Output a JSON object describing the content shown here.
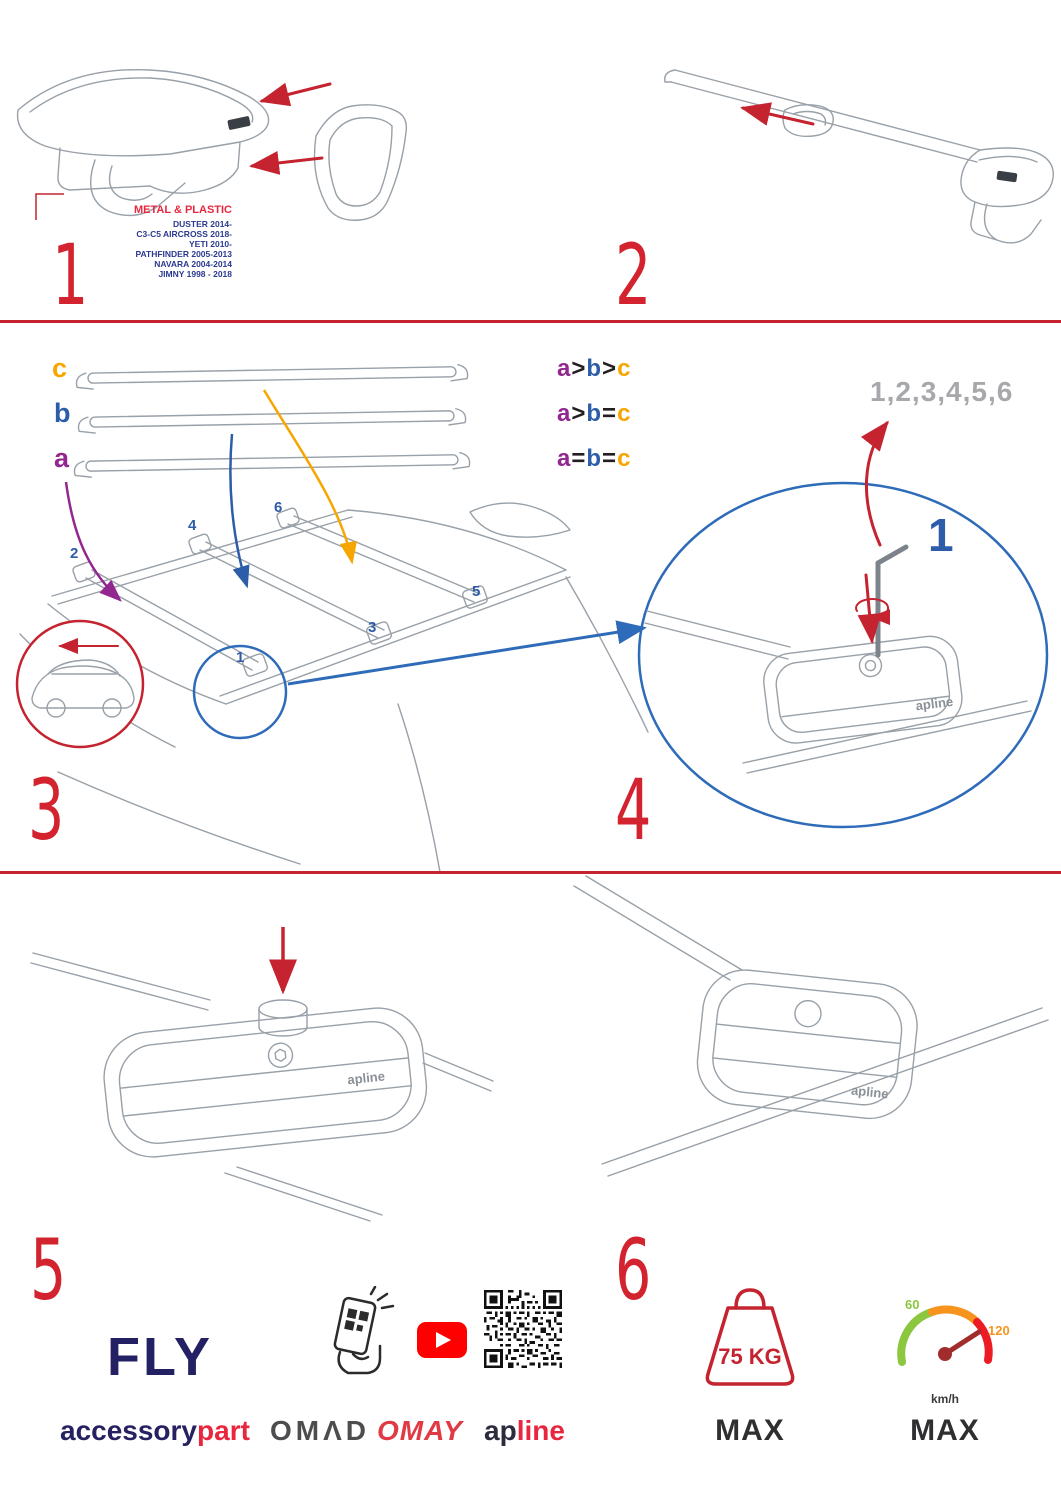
{
  "steps": {
    "s1": {
      "number": "1",
      "material": "METAL & PLASTIC",
      "models": [
        "DUSTER 2014-",
        "C3-C5 AIRCROSS 2018-",
        "YETI 2010-",
        "PATHFINDER 2005-2013",
        "NAVARA 2004-2014",
        "JIMNY 1998 - 2018"
      ]
    },
    "s2": {
      "number": "2"
    },
    "s3": {
      "number": "3",
      "bars": {
        "c": "c",
        "b": "b",
        "a": "a"
      },
      "formulas": [
        [
          "a",
          ">",
          "b",
          ">",
          "c"
        ],
        [
          "a",
          ">",
          "b",
          "=",
          "c"
        ],
        [
          "a",
          "=",
          "b",
          "=",
          "c"
        ]
      ],
      "positions": {
        "p1": "1",
        "p2": "2",
        "p3": "3",
        "p4": "4",
        "p5": "5",
        "p6": "6"
      }
    },
    "s4": {
      "number": "4",
      "sequence": "1,2,3,4,5,6",
      "callout": "1",
      "brand": "apline"
    },
    "s5": {
      "number": "5",
      "brand": "apline"
    },
    "s6": {
      "number": "6",
      "brand": "apline"
    }
  },
  "footer": {
    "fly": "FLY",
    "accessory": "accessory",
    "part": "part",
    "omad": "OMΛD",
    "omay": "OMAY",
    "ap": "ap",
    "line": "line",
    "weight_value": "75 KG",
    "weight_max": "MAX",
    "speed_low": "60",
    "speed_high": "120",
    "speed_unit": "km/h",
    "speed_max": "MAX"
  },
  "colors": {
    "red": "#c4232f",
    "navy": "#262262",
    "blue": "#2d5ca8",
    "purple": "#92278f",
    "orange": "#f7a600",
    "brand_red": "#e8273f",
    "green": "#8dc63f",
    "amber": "#f7941d"
  }
}
